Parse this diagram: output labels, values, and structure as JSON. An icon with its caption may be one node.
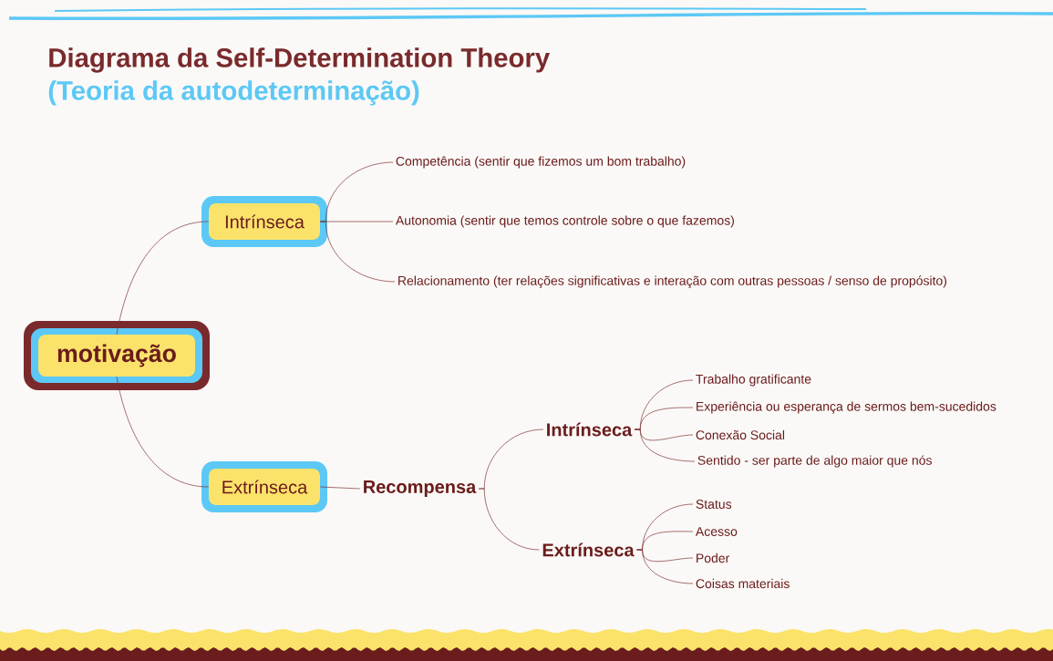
{
  "diagram": {
    "title": "Diagrama da Self-Determination Theory",
    "labels": [
      "(Teoria da autodeterminação)"
    ],
    "nodes": [
      {
        "text": [
          "motivação"
        ]
      },
      {
        "text": [
          "Intrínseca"
        ]
      },
      {
        "text": [
          "Extrínseca"
        ]
      },
      {
        "text": [
          "Competência (sentir que fizemos um bom trabalho)"
        ]
      },
      {
        "text": [
          "Autonomia (sentir que temos controle sobre o que fazemos)"
        ]
      },
      {
        "text": [
          "Relacionamento (ter relações significativas e interação com outras pessoas / senso de propósito)"
        ]
      },
      {
        "text": [
          "Recompensa"
        ]
      },
      {
        "text": [
          "Intrínseca"
        ]
      },
      {
        "text": [
          "Extrínseca"
        ]
      },
      {
        "text": [
          "Trabalho gratificante"
        ]
      },
      {
        "text": [
          "Experiência ou esperança de sermos bem-sucedidos"
        ]
      },
      {
        "text": [
          "Conexão Social"
        ]
      },
      {
        "text": [
          "Sentido - ser parte de algo maior que nós"
        ]
      },
      {
        "text": [
          "Status"
        ]
      },
      {
        "text": [
          "Acesso"
        ]
      },
      {
        "text": [
          "Poder"
        ]
      },
      {
        "text": [
          "Coisas materiais"
        ]
      }
    ],
    "edges": [
      {
        "from": 0,
        "to": 1,
        "arrow": "none"
      },
      {
        "from": 0,
        "to": 2,
        "arrow": "none"
      },
      {
        "from": 1,
        "to": 3,
        "arrow": "none"
      },
      {
        "from": 1,
        "to": 4,
        "arrow": "none"
      },
      {
        "from": 1,
        "to": 5,
        "arrow": "none"
      },
      {
        "from": 2,
        "to": 6,
        "arrow": "none"
      },
      {
        "from": 6,
        "to": 7,
        "arrow": "none"
      },
      {
        "from": 6,
        "to": 8,
        "arrow": "none"
      },
      {
        "from": 7,
        "to": 9,
        "arrow": "none"
      },
      {
        "from": 7,
        "to": 10,
        "arrow": "none"
      },
      {
        "from": 7,
        "to": 11,
        "arrow": "none"
      },
      {
        "from": 7,
        "to": 12,
        "arrow": "none"
      },
      {
        "from": 8,
        "to": 13,
        "arrow": "none"
      },
      {
        "from": 8,
        "to": 14,
        "arrow": "none"
      },
      {
        "from": 8,
        "to": 15,
        "arrow": "none"
      },
      {
        "from": 8,
        "to": 16,
        "arrow": "none"
      }
    ]
  }
}
